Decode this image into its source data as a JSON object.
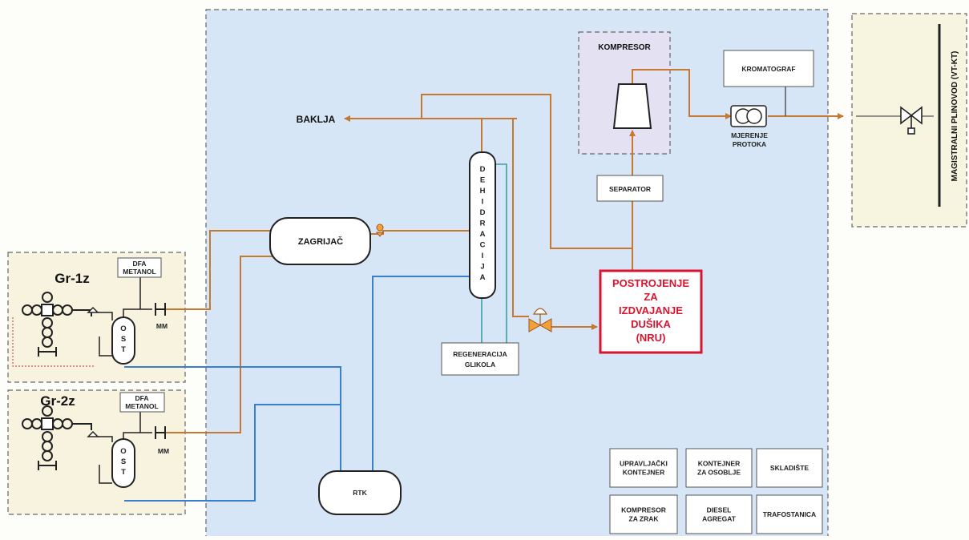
{
  "colors": {
    "plant_bg": "#d7e6f7",
    "well_bg": "#f8f3df",
    "pipeline_bg": "#f7f4e0",
    "compressor_bg": "#e3e1f2",
    "gas_line": "#c57830",
    "glycol_line": "#3a7fcf",
    "nru_border": "#d9142f",
    "nru_text": "#d9142f"
  },
  "labels": {
    "gr1": "Gr-1z",
    "gr2": "Gr-2z",
    "dfa1_line1": "DFA",
    "dfa1_line2": "METANOL",
    "dfa2_line1": "DFA",
    "dfa2_line2": "METANOL",
    "mm1": "MM",
    "mm2": "MM",
    "ost1": [
      "O",
      "S",
      "T"
    ],
    "ost2": [
      "O",
      "S",
      "T"
    ],
    "baklja": "BAKLJA",
    "zagrijac": "ZAGRIJAČ",
    "dehidracija": [
      "D",
      "E",
      "H",
      "I",
      "D",
      "R",
      "A",
      "C",
      "I",
      "J",
      "A"
    ],
    "regeneracija_line1": "REGENERACIJA",
    "regeneracija_line2": "GLIKOLA",
    "rtk": "RTK",
    "kompresor": "KOMPRESOR",
    "separator": "SEPARATOR",
    "kromatograf": "KROMATOGRAF",
    "mjerenje_line1": "MJERENJE",
    "mjerenje_line2": "PROTOKA",
    "nru": [
      "POSTROJENJE",
      "ZA",
      "IZDVAJANJE",
      "DUŠIKA",
      "(NRU)"
    ],
    "pipeline": "MAGISTRALNI PLINOVOD (VT-KT)"
  },
  "facilities": [
    [
      "UPRAVLJAČKI",
      "KONTEJNER"
    ],
    [
      "KONTEJNER",
      "ZA OSOBLJE"
    ],
    [
      "SKLADIŠTE"
    ],
    [
      "KOMPRESOR",
      "ZA ZRAK"
    ],
    [
      "DIESEL",
      "AGREGAT"
    ],
    [
      "TRAFOSTANICA"
    ]
  ]
}
